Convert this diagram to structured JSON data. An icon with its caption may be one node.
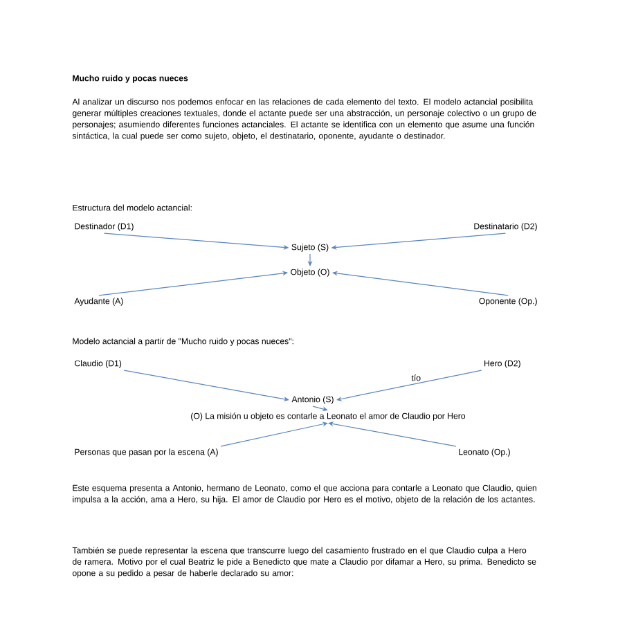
{
  "diagram": {
    "title": "Mucho ruido y pocas nueces",
    "nodes": [
      {
        "text": [
          "Destinador (D1)"
        ]
      },
      {
        "text": [
          "Destinatario (D2)"
        ]
      },
      {
        "text": [
          "Sujeto (S)"
        ]
      },
      {
        "text": [
          "Objeto (O)"
        ]
      },
      {
        "text": [
          "Ayudante (A)"
        ]
      },
      {
        "text": [
          "Oponente (Op.)"
        ]
      },
      {
        "text": [
          "Claudio (D1)"
        ]
      },
      {
        "text": [
          "Hero (D2)"
        ]
      },
      {
        "text": [
          "Antonio (S)"
        ]
      },
      {
        "text": [
          "(O) La misión u objeto es contarle a Leonato el amor de Claudio por Hero"
        ]
      },
      {
        "text": [
          "Personas que pasan por la escena (A)"
        ]
      },
      {
        "text": [
          "Leonato (Op.)"
        ]
      }
    ],
    "edges": [
      {
        "from": 0,
        "to": 2,
        "arrow": "to"
      },
      {
        "from": 1,
        "to": 2,
        "arrow": "to"
      },
      {
        "from": 2,
        "to": 3,
        "arrow": "to"
      },
      {
        "from": 4,
        "to": 3,
        "arrow": "to"
      },
      {
        "from": 5,
        "to": 3,
        "arrow": "to"
      },
      {
        "from": 6,
        "to": 8,
        "arrow": "to"
      },
      {
        "from": 7,
        "to": 8,
        "arrow": "to",
        "label": "tío"
      },
      {
        "from": 8,
        "to": 9,
        "arrow": "to"
      },
      {
        "from": 10,
        "to": 9,
        "arrow": "to"
      },
      {
        "from": 11,
        "to": 9,
        "arrow": "to"
      }
    ],
    "labels": [
      "Al analizar un discurso nos podemos enfocar en las relaciones de cada elemento del texto. El modelo actancial posibilita generar múltiples creaciones textuales, donde el actante puede ser una abstracción, un personaje colectivo o un grupo de personajes; asumiendo diferentes funciones actanciales. El actante se identifica con un elemento que asume una función sintáctica, la cual puede ser como sujeto, objeto, el destinatario, oponente, ayudante o destinador.",
      "Estructura del modelo actancial:",
      "Modelo actancial a partir de \"Mucho ruido y pocas nueces\":",
      "Este esquema presenta a Antonio, hermano de Leonato, como el que acciona para contarle a Leonato que Claudio, quien impulsa a la acción, ama a Hero, su hija. El amor de Claudio por Hero es el motivo, objeto de la relación de los actantes.",
      "También se puede representar la escena que transcurre luego del casamiento frustrado en el que Claudio culpa a Hero de ramera. Motivo por el cual Beatriz le pide a Benedicto que mate a Claudio por difamar a Hero, su prima. Benedicto se opone a su pedido a pesar de haberle declarado su amor:"
    ]
  }
}
